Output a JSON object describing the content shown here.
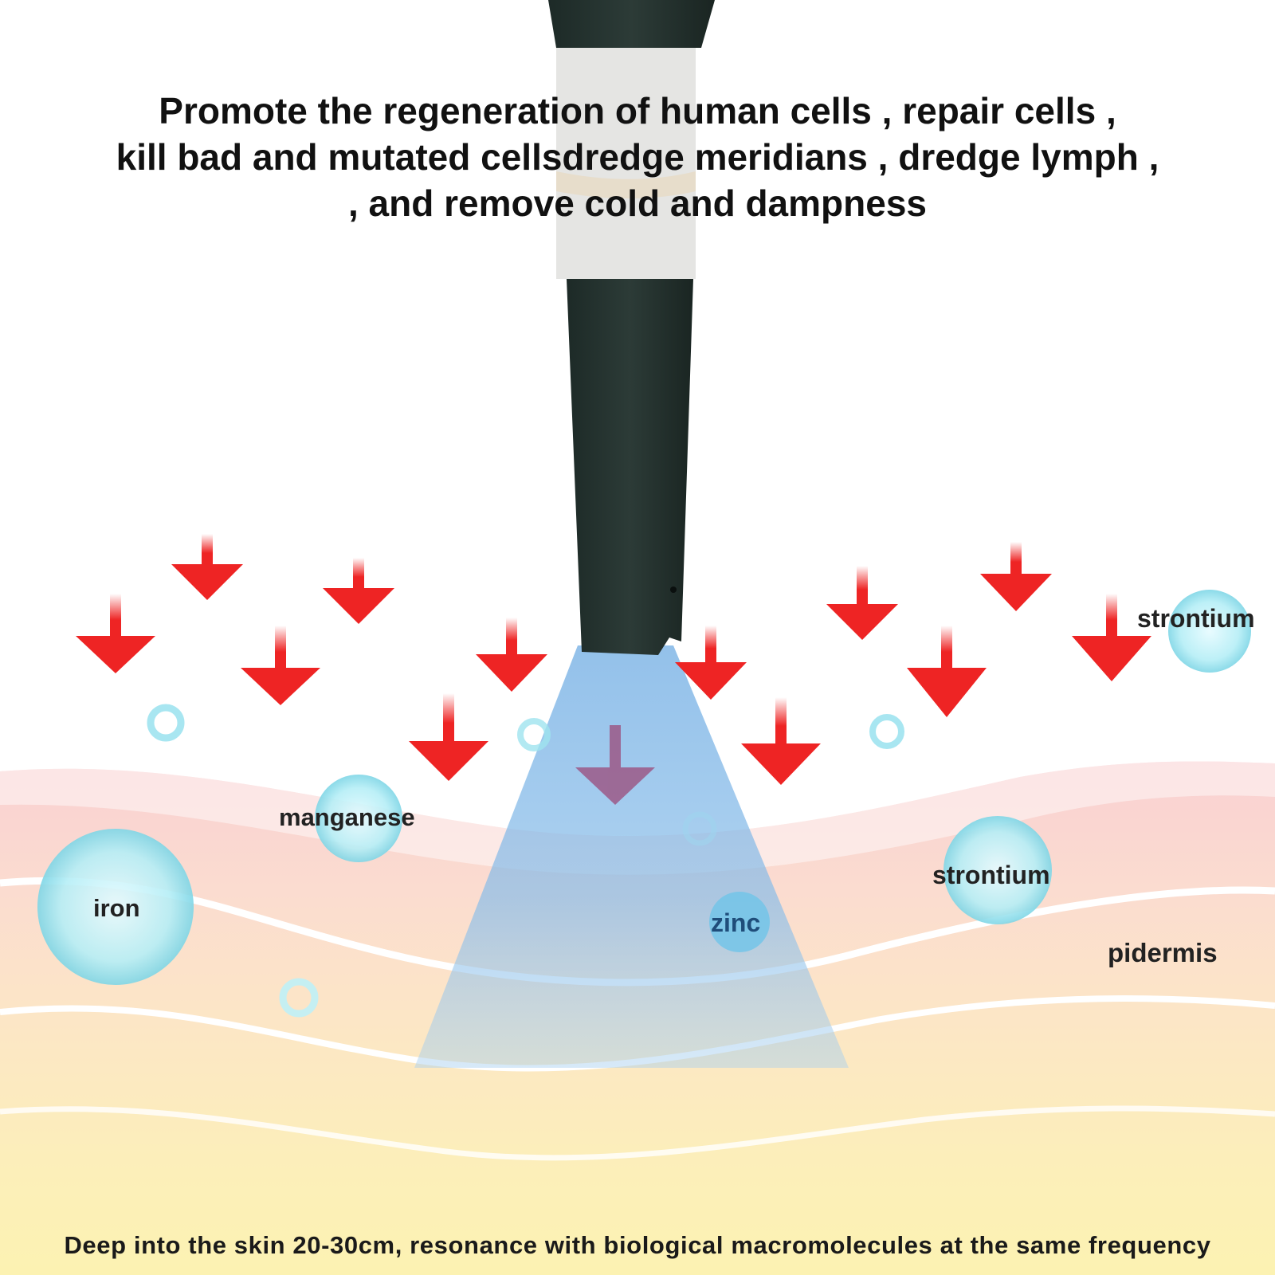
{
  "headline": {
    "line1": "Promote the regeneration of human cells , repair cells ,",
    "line2": "kill bad and mutated cellsdredge meridians , dredge lymph ,",
    "line3": ", and remove cold and dampness"
  },
  "labels": {
    "strontium_top": "strontium",
    "manganese": "manganese",
    "iron": "iron",
    "zinc": "zinc",
    "strontium_mid": "strontium",
    "pidermis": "pidermis"
  },
  "footer": "Deep into the skin 20-30cm, resonance with biological macromolecules at the same frequency",
  "colors": {
    "arrow": "#ee2424",
    "beam": "#7fb6e6",
    "device": "#253330",
    "bubble": "#9fe3ef",
    "layer_pink": "#f8cfcf",
    "layer_peach": "#fbe0cc",
    "layer_yellow": "#fbefb6"
  },
  "icons": {
    "device": "probe-device-icon",
    "arrow": "down-arrow-icon",
    "bubble": "mineral-bubble-icon"
  }
}
